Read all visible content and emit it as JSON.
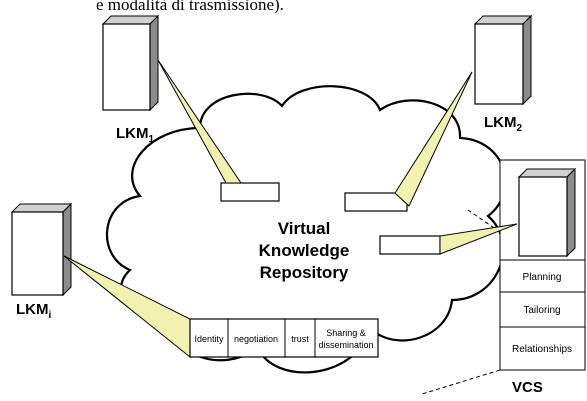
{
  "top_text": "e modalità di trasmissione).",
  "cloud_label": {
    "line1": "Virtual",
    "line2": "Knowledge",
    "line3": "Repository"
  },
  "nodes": {
    "lkm1": {
      "base": "LKM",
      "sub": "1"
    },
    "lkm2": {
      "base": "LKM",
      "sub": "2"
    },
    "lkmi": {
      "base": "LKM",
      "sub": "i"
    }
  },
  "services": [
    "Identity",
    "negotiation",
    "trust",
    "Sharing &",
    "dissemination"
  ],
  "vcs": {
    "label": "VCS",
    "rows": [
      "Planning",
      "Tailoring",
      "Relationships"
    ]
  },
  "colors": {
    "callout_fill": "#f2f2b0",
    "server_front": "#ffffff",
    "server_side": "#8c8c8c",
    "server_top": "#d0d0d0",
    "stroke": "#000000"
  }
}
